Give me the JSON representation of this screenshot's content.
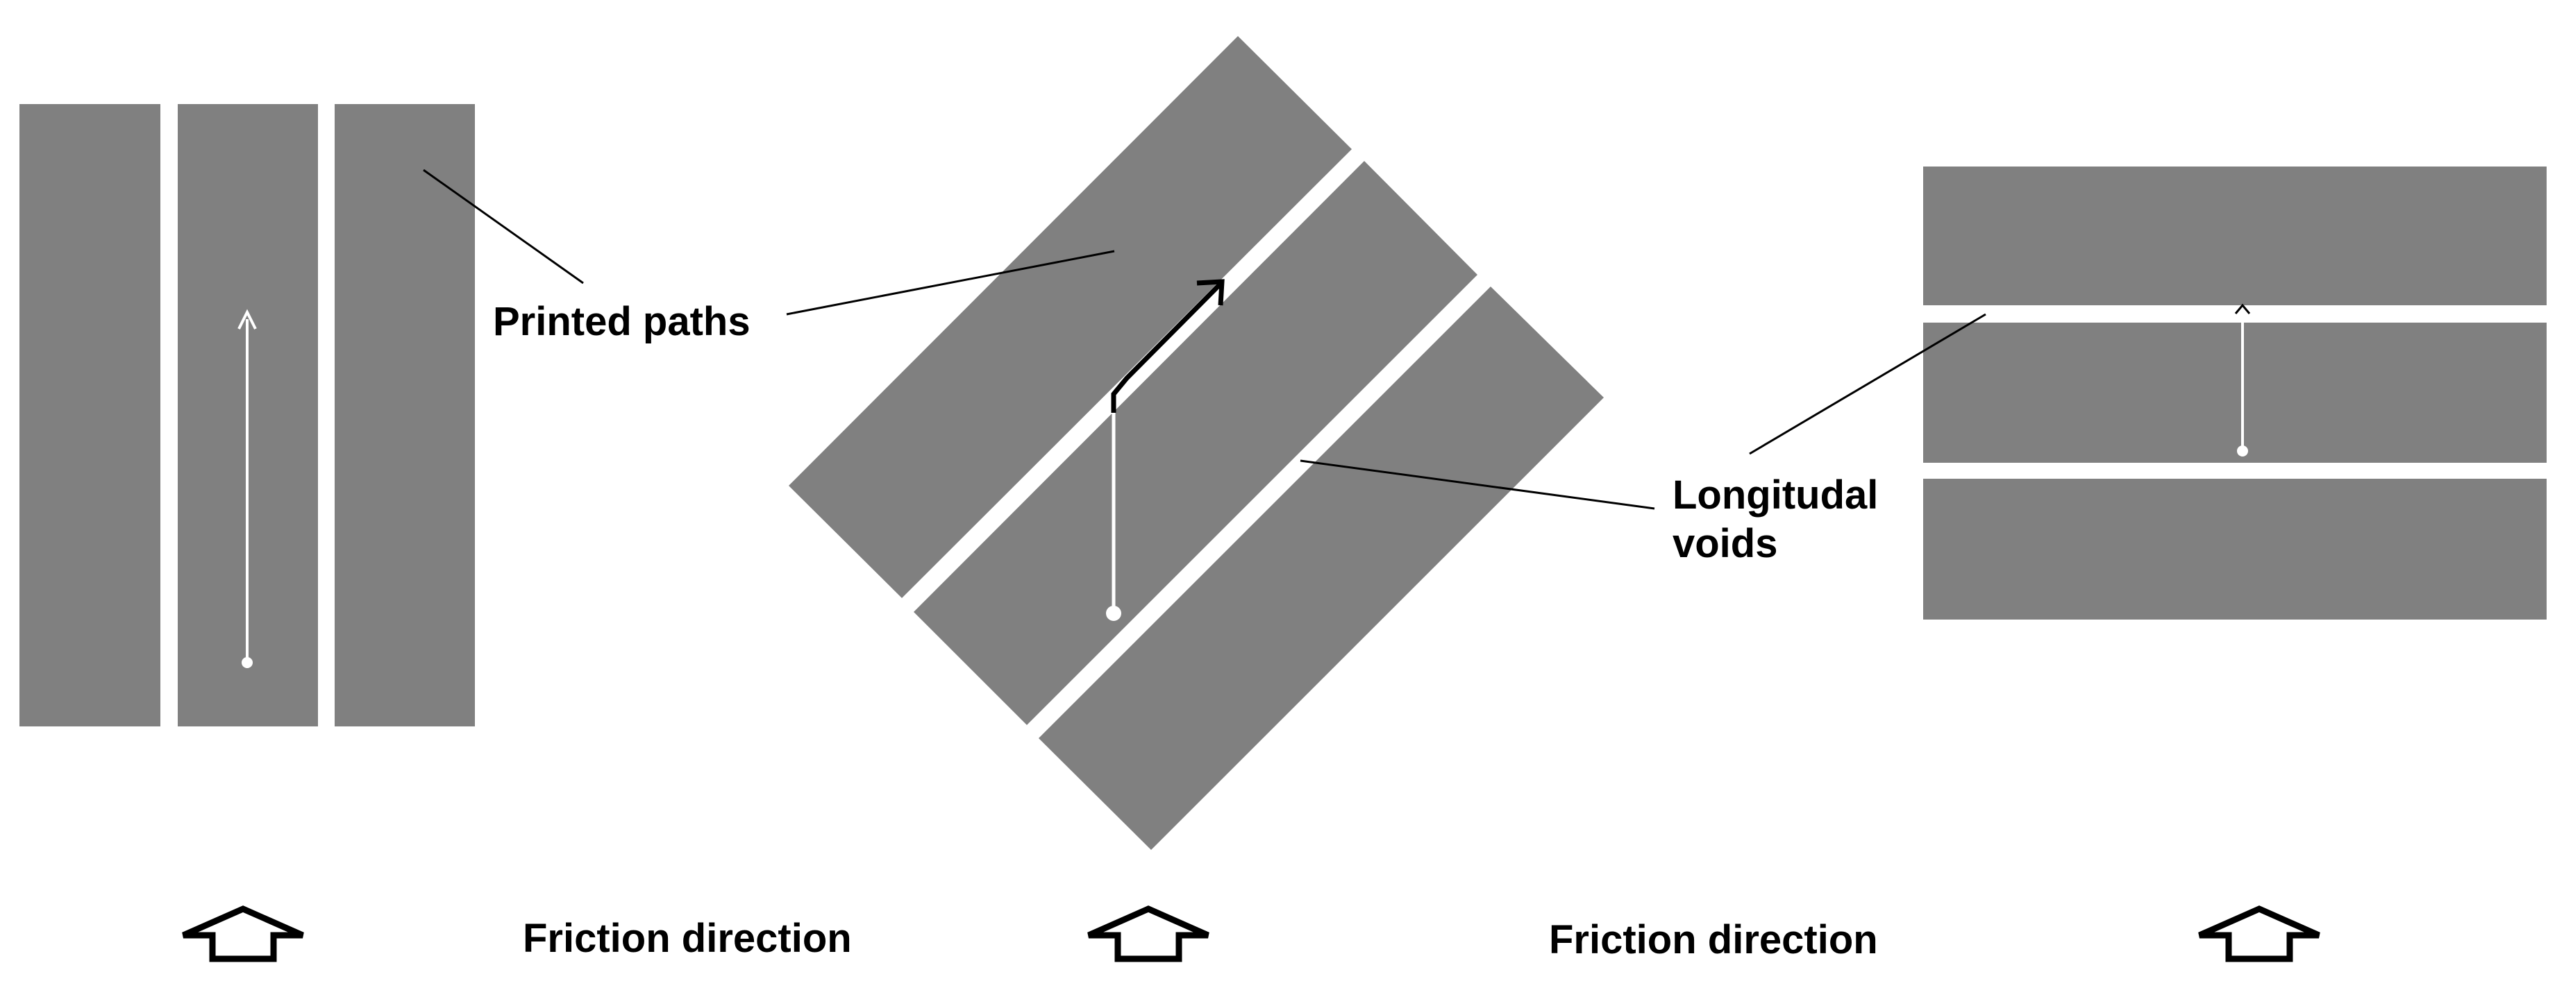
{
  "labels": {
    "printed_paths": "Printed paths",
    "longitudinal_voids_line1": "Longitudal",
    "longitudinal_voids_line2": "voids",
    "friction_direction": "Friction direction"
  },
  "colors": {
    "path_fill": "#808080",
    "background": "#ffffff",
    "path_trace_light": "#ffffff",
    "path_trace_dark": "#000000",
    "leader_line": "#000000",
    "arrow_outline": "#000000"
  },
  "icons": {
    "friction_arrow": "up-arrow-outline-icon",
    "path_trace_start": "dot-marker"
  }
}
